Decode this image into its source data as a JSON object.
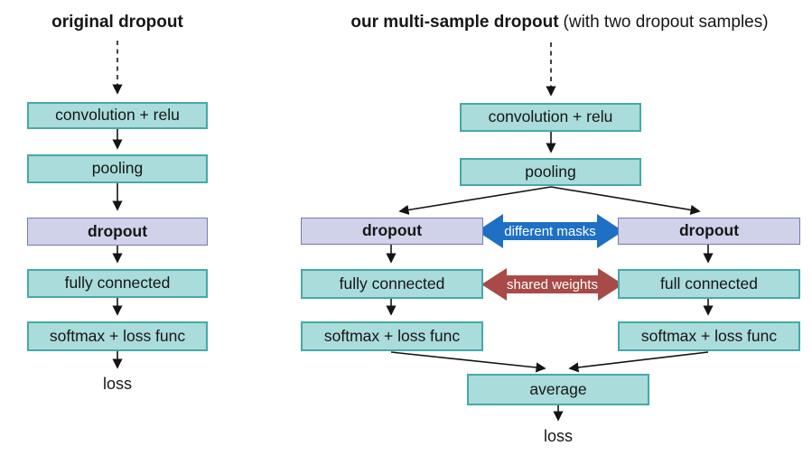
{
  "colors": {
    "bg": "#ffffff",
    "teal_fill": "#a9dcda",
    "teal_border": "#45a9a9",
    "lavender_fill": "#cfd2e9",
    "lavender_border": "#717cb0",
    "blue_arrow": "#1e70c4",
    "red_arrow": "#a84a47",
    "line": "#141414",
    "label_white": "#ffffff",
    "text": "#161616"
  },
  "left_panel": {
    "title": "original dropout",
    "boxes": {
      "conv": "convolution + relu",
      "pooling": "pooling",
      "dropout": "dropout",
      "fc": "fully connected",
      "softmax": "softmax + loss func"
    },
    "loss_label": "loss"
  },
  "right_panel": {
    "title_bold": "our multi-sample dropout",
    "title_note": "(with two dropout samples)",
    "boxes": {
      "conv": "convolution + relu",
      "pooling": "pooling",
      "dropout_left": "dropout",
      "dropout_right": "dropout",
      "fc_left": "fully connected",
      "fc_right": "full connected",
      "softmax_left": "softmax + loss func",
      "softmax_right": "softmax + loss func",
      "average": "average"
    },
    "loss_label": "loss"
  },
  "connectors": {
    "different_masks_label": "different masks",
    "shared_weights_label": "shared weights"
  }
}
